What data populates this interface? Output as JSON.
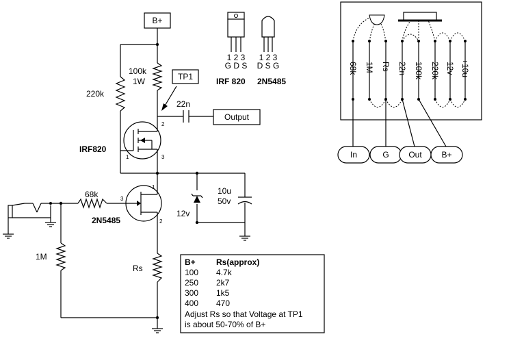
{
  "schematic": {
    "supply_label": "B+",
    "tp_label": "TP1",
    "output_label": "Output",
    "r220k": "220k",
    "r100k_1": "100k",
    "r100k_2": "1W",
    "c22n": "22n",
    "mosfet_name": "IRF820",
    "jfet_name": "2N5485",
    "r68k": "68k",
    "r1m": "1M",
    "rs": "Rs",
    "cap10u_1": "10u",
    "cap10u_2": "50v",
    "zener": "12v",
    "pin1": "1",
    "pin2": "2",
    "pin3": "3"
  },
  "packages": {
    "irf_pins": "1 2 3",
    "irf_pin_names": "G D S",
    "irf_label": "IRF 820",
    "jfet_pins": "1 2 3",
    "jfet_pin_names": "D S G",
    "jfet_label": "2N5485"
  },
  "layout_board": {
    "components": [
      "68k",
      "1M",
      "Rs",
      "22n",
      "100k",
      "220k",
      "12v",
      "+10u"
    ],
    "pads": [
      "In",
      "G",
      "Out",
      "B+"
    ]
  },
  "table": {
    "header_bplus": "B+",
    "header_rs": "Rs(approx)",
    "rows": [
      {
        "bplus": "100",
        "rs": "4.7k"
      },
      {
        "bplus": "250",
        "rs": "2k7"
      },
      {
        "bplus": "300",
        "rs": "1k5"
      },
      {
        "bplus": "400",
        "rs": "470"
      }
    ],
    "note_line1": "Adjust Rs so that Voltage at TP1",
    "note_line2": "is about 50-70% of B+"
  }
}
